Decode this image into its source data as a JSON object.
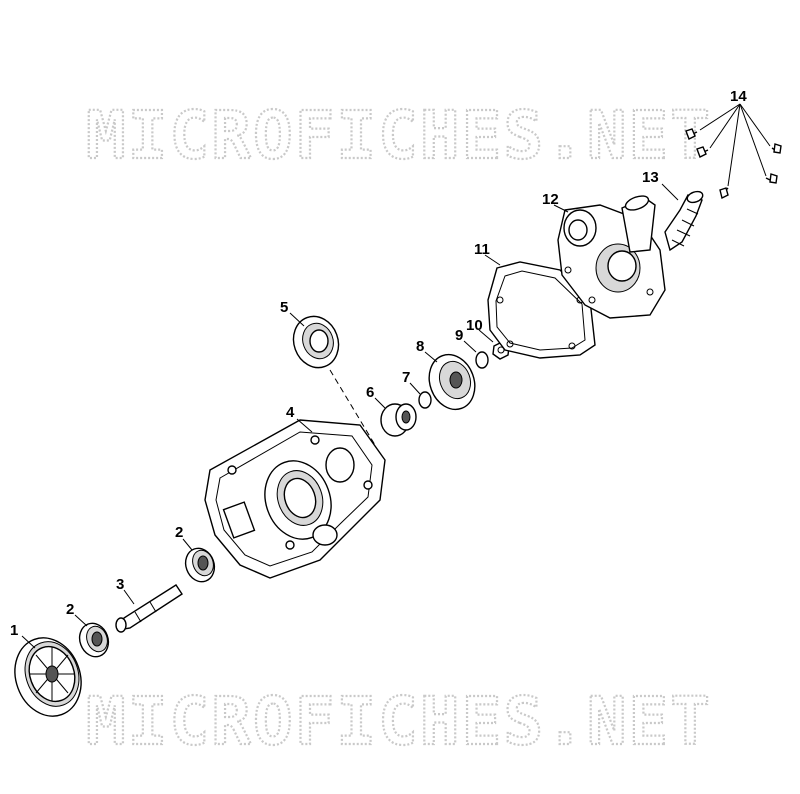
{
  "watermark": {
    "top": "MICROFICHES.NET",
    "bottom": "MICROFICHES.NET"
  },
  "callouts": [
    "1",
    "2",
    "3",
    "2",
    "4",
    "5",
    "6",
    "7",
    "8",
    "9",
    "10",
    "11",
    "12",
    "13",
    "14"
  ]
}
